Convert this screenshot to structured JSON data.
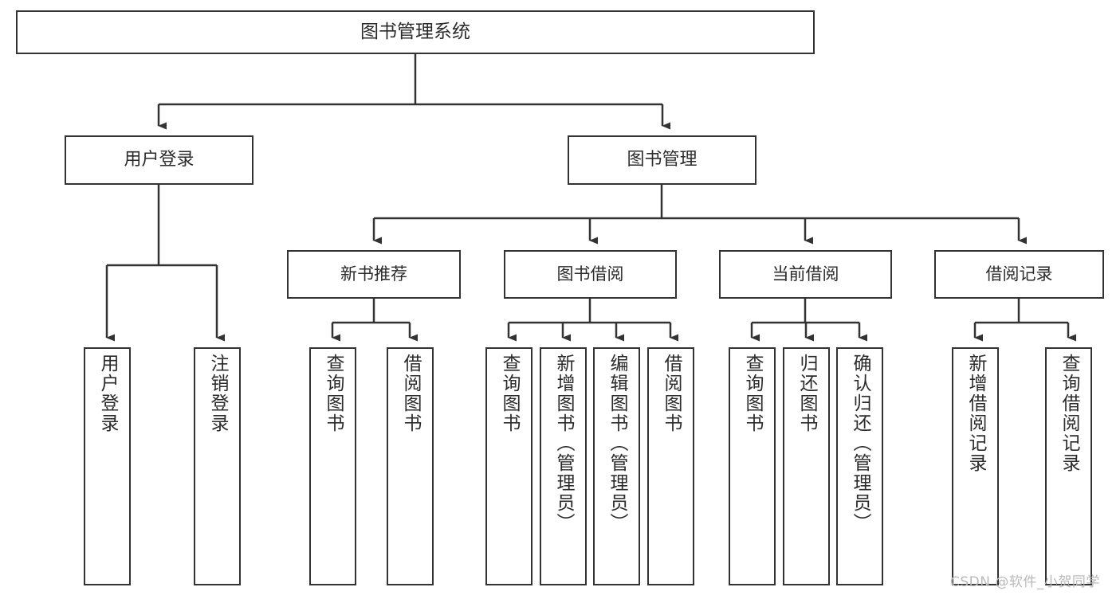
{
  "diagram": {
    "title": "图书管理系统",
    "type": "tree",
    "watermark": "CSDN @软件_小贺同学",
    "colors": {
      "border": "#333333",
      "text": "#2b2b2b",
      "background": "#ffffff",
      "watermark": "#b9b9b9"
    },
    "nodes": {
      "root": {
        "label": "图书管理系统"
      },
      "level1": [
        {
          "id": "user-login",
          "label": "用户登录"
        },
        {
          "id": "book-manage",
          "label": "图书管理"
        }
      ],
      "level2": [
        {
          "id": "new-book-recommend",
          "label": "新书推荐",
          "parent": "book-manage"
        },
        {
          "id": "book-borrow",
          "label": "图书借阅",
          "parent": "book-manage"
        },
        {
          "id": "current-borrow",
          "label": "当前借阅",
          "parent": "book-manage"
        },
        {
          "id": "borrow-record",
          "label": "借阅记录",
          "parent": "book-manage"
        }
      ],
      "leaves": [
        {
          "id": "leaf-user-login",
          "label": "用户登录",
          "parent": "user-login"
        },
        {
          "id": "leaf-logout",
          "label": "注销登录",
          "parent": "user-login"
        },
        {
          "id": "leaf-query-book-1",
          "label": "查询图书",
          "parent": "new-book-recommend"
        },
        {
          "id": "leaf-borrow-book-1",
          "label": "借阅图书",
          "parent": "new-book-recommend"
        },
        {
          "id": "leaf-query-book-2",
          "label": "查询图书",
          "parent": "book-borrow"
        },
        {
          "id": "leaf-add-book",
          "label": "新增图书（管理员）",
          "parent": "book-borrow"
        },
        {
          "id": "leaf-edit-book",
          "label": "编辑图书（管理员）",
          "parent": "book-borrow"
        },
        {
          "id": "leaf-borrow-book-2",
          "label": "借阅图书",
          "parent": "book-borrow"
        },
        {
          "id": "leaf-query-book-3",
          "label": "查询图书",
          "parent": "current-borrow"
        },
        {
          "id": "leaf-return-book",
          "label": "归还图书",
          "parent": "current-borrow"
        },
        {
          "id": "leaf-confirm-return",
          "label": "确认归还（管理员）",
          "parent": "current-borrow"
        },
        {
          "id": "leaf-add-record",
          "label": "新增借阅记录",
          "parent": "borrow-record"
        },
        {
          "id": "leaf-query-record",
          "label": "查询借阅记录",
          "parent": "borrow-record"
        }
      ]
    }
  }
}
